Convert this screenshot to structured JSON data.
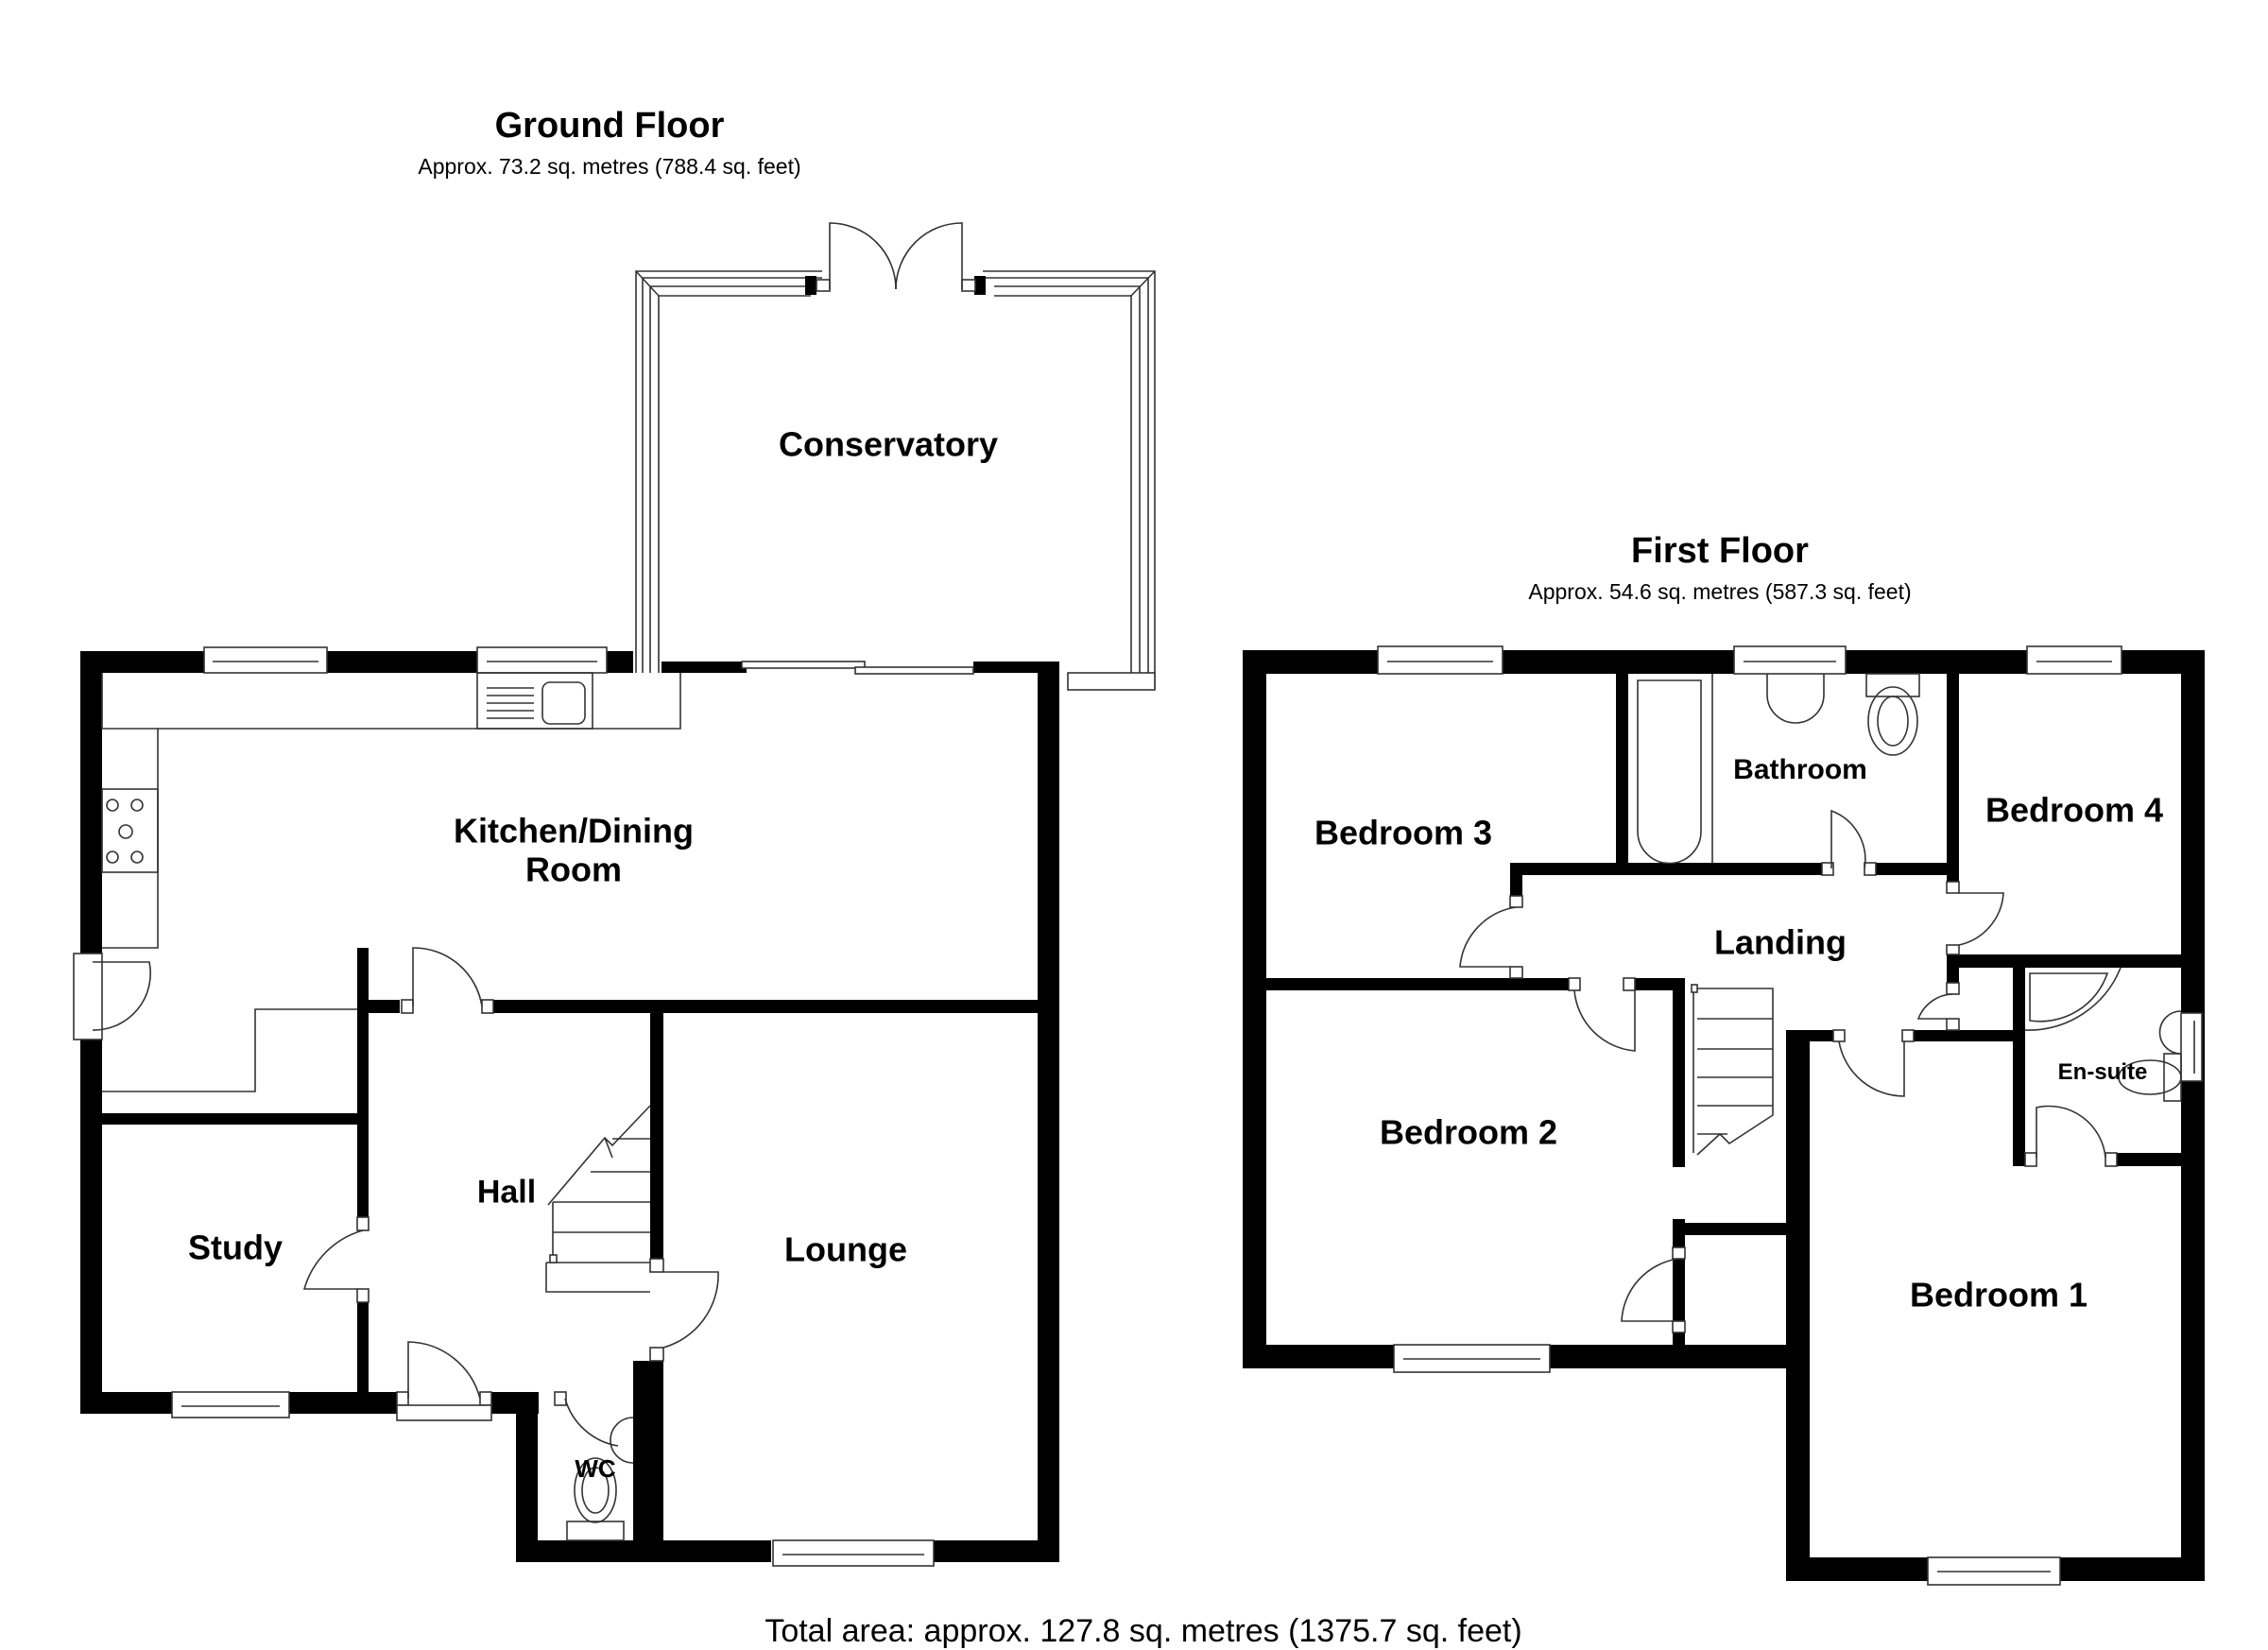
{
  "ground_floor": {
    "title": "Ground Floor",
    "area": "Approx. 73.2 sq. metres (788.4 sq. feet)",
    "rooms": {
      "conservatory": "Conservatory",
      "kitchen_line1": "Kitchen/Dining",
      "kitchen_line2": "Room",
      "hall": "Hall",
      "study": "Study",
      "lounge": "Lounge",
      "wc": "WC"
    }
  },
  "first_floor": {
    "title": "First Floor",
    "area": "Approx. 54.6 sq. metres (587.3 sq. feet)",
    "rooms": {
      "bedroom3": "Bedroom 3",
      "bathroom": "Bathroom",
      "bedroom4": "Bedroom 4",
      "landing": "Landing",
      "bedroom2": "Bedroom 2",
      "ensuite": "En-suite",
      "bedroom1": "Bedroom 1"
    }
  },
  "total_area": "Total area: approx. 127.8 sq. metres (1375.7 sq. feet)",
  "colors": {
    "wall": "#000000",
    "background": "#ffffff",
    "line": "#333333"
  }
}
